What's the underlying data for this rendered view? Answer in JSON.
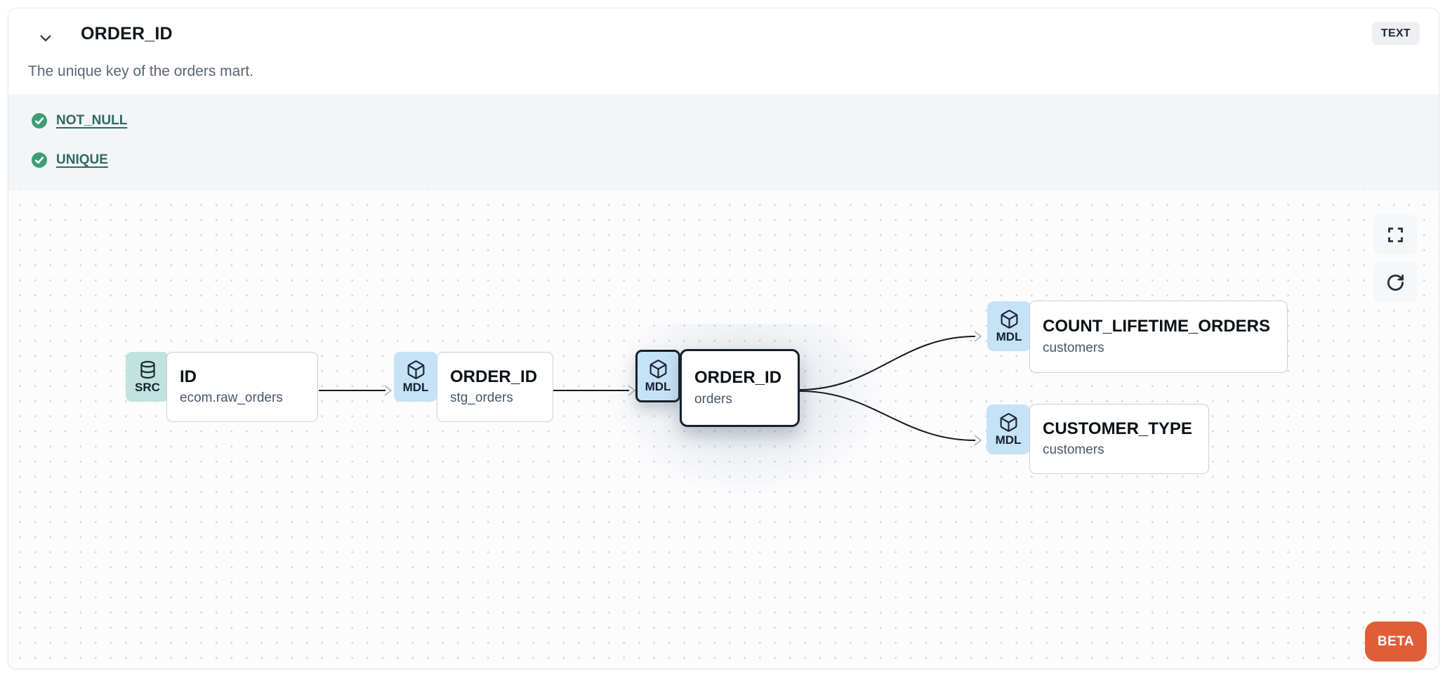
{
  "panel": {
    "title": "ORDER_ID",
    "type_badge": "TEXT",
    "description": "The unique key of the orders mart."
  },
  "tests": {
    "items": [
      {
        "label": "NOT_NULL",
        "status": "passed"
      },
      {
        "label": "UNIQUE",
        "status": "passed"
      }
    ]
  },
  "lineage": {
    "nodes": [
      {
        "badge": "SRC",
        "icon": "database-icon",
        "title": "ID",
        "subtitle": "ecom.raw_orders",
        "selected": false
      },
      {
        "badge": "MDL",
        "icon": "cube-icon",
        "title": "ORDER_ID",
        "subtitle": "stg_orders",
        "selected": false
      },
      {
        "badge": "MDL",
        "icon": "cube-icon",
        "title": "ORDER_ID",
        "subtitle": "orders",
        "selected": true
      },
      {
        "badge": "MDL",
        "icon": "cube-icon",
        "title": "COUNT_LIFETIME_ORDERS",
        "subtitle": "customers",
        "selected": false
      },
      {
        "badge": "MDL",
        "icon": "cube-icon",
        "title": "CUSTOMER_TYPE",
        "subtitle": "customers",
        "selected": false
      }
    ],
    "edges": [
      {
        "from": "ID (ecom.raw_orders)",
        "to": "ORDER_ID (stg_orders)"
      },
      {
        "from": "ORDER_ID (stg_orders)",
        "to": "ORDER_ID (orders)"
      },
      {
        "from": "ORDER_ID (orders)",
        "to": "COUNT_LIFETIME_ORDERS (customers)"
      },
      {
        "from": "ORDER_ID (orders)",
        "to": "CUSTOMER_TYPE (customers)"
      }
    ],
    "beta_label": "BETA"
  },
  "controls": {
    "icons": [
      "fullscreen-icon",
      "refresh-icon"
    ]
  },
  "colors": {
    "src_badge_bg": "#c2e3dd",
    "mdl_badge_bg": "#c6e2f7",
    "test_pass_green": "#3d9e75",
    "test_link_teal": "#2d6a64",
    "beta_orange": "#df5e38",
    "selected_border": "#16202e",
    "tests_band_bg": "#f3f5f6"
  }
}
